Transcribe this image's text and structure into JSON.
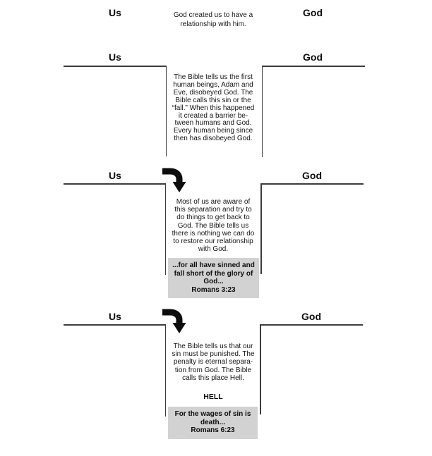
{
  "colors": {
    "background": "#ffffff",
    "cliff_line": "#3c3c3c",
    "verse_box_bg": "#d2d2d2",
    "arrow": "#0d0d0d",
    "text": "#111111"
  },
  "sections": {
    "intro": {
      "us_label": "Us",
      "god_label": "God",
      "caption": "God created us to have a\nrelationship with him."
    },
    "fall": {
      "us_label": "Us",
      "god_label": "God",
      "caption": "The Bible tells us the first\nhuman beings, Adam and\nEve, disobeyed God. The\nBible calls this sin or the\n“fall.” When this happened\nit created a barrier be-\ntween humans and God.\nEvery human being since\nthen has disobeyed God."
    },
    "separation": {
      "us_label": "Us",
      "god_label": "God",
      "caption": "Most of us are aware of\nthis separation and try to\ndo things to get back to\nGod. The Bible tells us\nthere is nothing we can do\nto restore our relationship\nwith God.",
      "verse": "...for all have sinned and\nfall short of the glory of\nGod...\nRomans 3:23"
    },
    "penalty": {
      "us_label": "Us",
      "god_label": "God",
      "caption": "The Bible tells us that our\nsin must be punished. The\npenalty is eternal separa-\ntion from God. The Bible\ncalls this place Hell.",
      "hell_label": "HELL",
      "verse": "For the wages of sin is\ndeath...\nRomans 6:23"
    }
  }
}
